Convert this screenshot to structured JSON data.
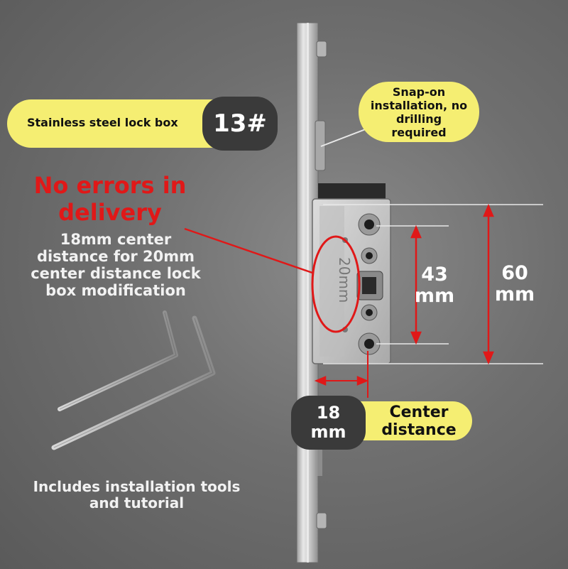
{
  "lock_box": {
    "label": "Stainless steel lock box",
    "number": "13#"
  },
  "snap_on": {
    "text": "Snap-on installation, no drilling required"
  },
  "headline": {
    "line1": "No errors in",
    "line2": "delivery"
  },
  "modification": {
    "line1": "18mm center",
    "line2": "distance for 20mm",
    "line3": "center distance lock",
    "line4": "box modification"
  },
  "engraving": {
    "text": "20mm"
  },
  "dimensions": {
    "inner": {
      "value": "43",
      "unit": "mm"
    },
    "outer": {
      "value": "60",
      "unit": "mm"
    },
    "center": {
      "value": "18",
      "unit": "mm"
    }
  },
  "center_distance": {
    "line1": "Center",
    "line2": "distance"
  },
  "tools": {
    "line1": "Includes installation tools",
    "line2": "and tutorial"
  },
  "colors": {
    "highlight_yellow": "#f5ee72",
    "dark_pill": "#3a3a3a",
    "accent_red": "#e01818",
    "background": "#6f6f6f"
  }
}
